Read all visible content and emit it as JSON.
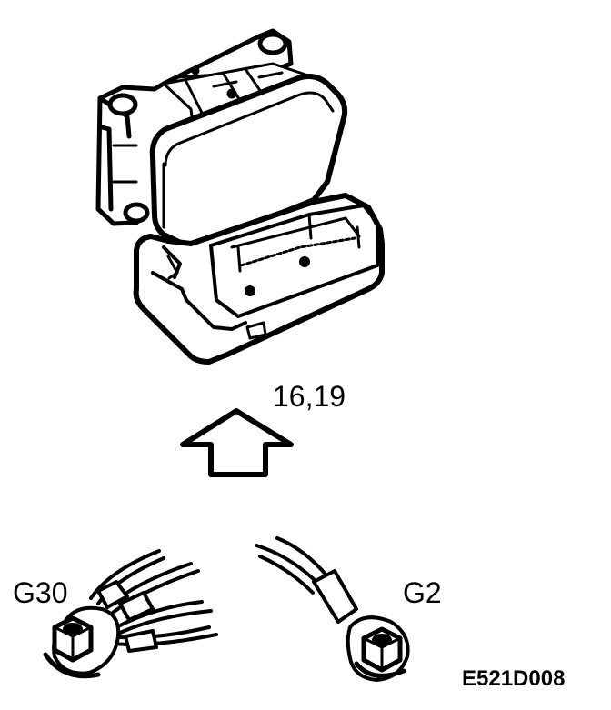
{
  "labels": {
    "reference_numbers": "16,19",
    "left_connector": "G30",
    "right_connector": "G2",
    "figure_code": "E521D008"
  },
  "colors": {
    "line": "#000000",
    "background": "#ffffff",
    "shade": "#d9d9d9"
  },
  "icons": [
    "control-module-icon",
    "up-arrow-icon",
    "ground-terminal-icon"
  ]
}
